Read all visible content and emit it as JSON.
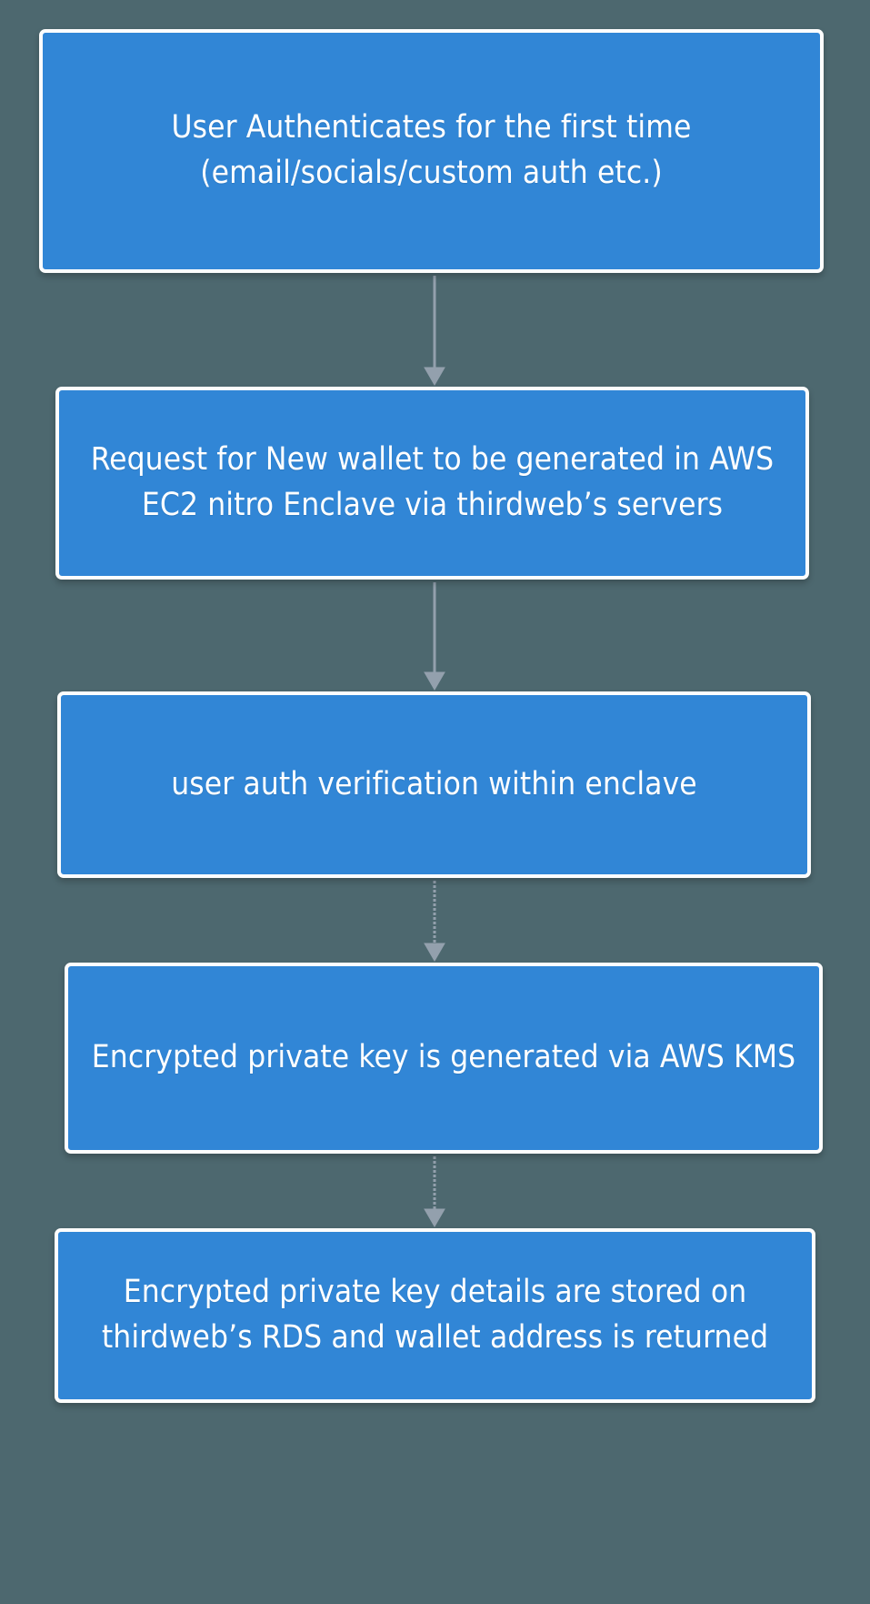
{
  "diagram": {
    "type": "flowchart",
    "orientation": "top-to-bottom",
    "background_color": "#4d686f",
    "node_fill_color": "#3186d6",
    "node_border_color": "#fdfdfd",
    "node_text_color": "#ffffff",
    "edge_color": "#93a0ad",
    "nodes": [
      {
        "id": "node-1",
        "label": "User Authenticates for the first time\n(email/socials/custom auth etc.)",
        "lines": [
          "User Authenticates for the first time",
          "(email/socials/custom auth etc.)"
        ]
      },
      {
        "id": "node-2",
        "label": "Request for New wallet to be generated in AWS EC2 nitro Enclave via thirdweb’s servers",
        "lines": [
          "Request for New wallet to be generated",
          "in AWS EC2 nitro Enclave via thirdweb’s",
          "servers"
        ]
      },
      {
        "id": "node-3",
        "label": "user auth verification within enclave",
        "lines": [
          "user auth verification within enclave"
        ]
      },
      {
        "id": "node-4",
        "label": "Encrypted private key is generated via AWS KMS",
        "lines": [
          "Encrypted private key is generated via",
          "AWS KMS"
        ]
      },
      {
        "id": "node-5",
        "label": "Encrypted private key details are stored on thirdweb’s RDS and wallet address is returned",
        "lines": [
          "Encrypted private key details are stored",
          "on thirdweb’s RDS and wallet address is",
          "returned"
        ]
      }
    ],
    "edges": [
      {
        "id": "edge-1-2",
        "from": "node-1",
        "to": "node-2",
        "label": "",
        "arrow": "down-arrow"
      },
      {
        "id": "edge-2-3",
        "from": "node-2",
        "to": "node-3",
        "label": "",
        "arrow": "down-arrow"
      },
      {
        "id": "edge-3-4",
        "from": "node-3",
        "to": "node-4",
        "label": "",
        "arrow": "down-arrow"
      },
      {
        "id": "edge-4-5",
        "from": "node-4",
        "to": "node-5",
        "label": "",
        "arrow": "down-arrow"
      }
    ]
  }
}
